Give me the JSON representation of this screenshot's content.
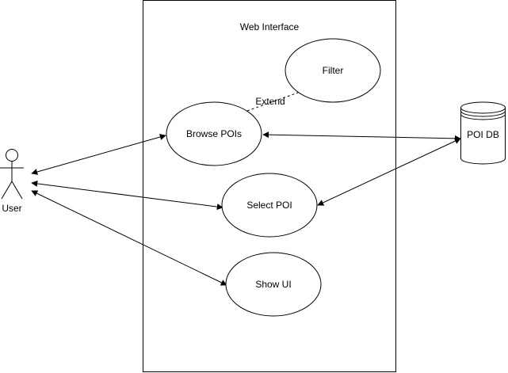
{
  "system": {
    "title": "Web Interface"
  },
  "actors": [
    {
      "id": "user",
      "label": "User"
    }
  ],
  "use_cases": [
    {
      "id": "browse",
      "label": "Browse POIs"
    },
    {
      "id": "filter",
      "label": "Filter"
    },
    {
      "id": "select",
      "label": "Select POI"
    },
    {
      "id": "show",
      "label": "Show UI"
    }
  ],
  "databases": [
    {
      "id": "poidb",
      "label": "POI DB"
    }
  ],
  "relations": [
    {
      "from": "browse",
      "to": "filter",
      "type": "extend",
      "label": "Extend"
    },
    {
      "from": "user",
      "to": "browse",
      "type": "association-bidirectional"
    },
    {
      "from": "user",
      "to": "select",
      "type": "association-bidirectional"
    },
    {
      "from": "user",
      "to": "show",
      "type": "association-bidirectional"
    },
    {
      "from": "browse",
      "to": "poidb",
      "type": "association-bidirectional"
    },
    {
      "from": "select",
      "to": "poidb",
      "type": "association-bidirectional"
    }
  ],
  "colors": {
    "stroke": "#000000",
    "fill": "#ffffff"
  }
}
